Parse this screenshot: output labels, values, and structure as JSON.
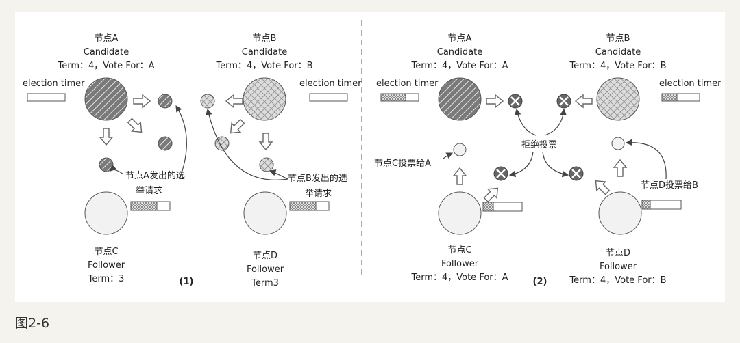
{
  "caption": "图2-6",
  "colors": {
    "panel": "#ffffff",
    "background": "#f5f3ee",
    "stroke": "#555555",
    "circle_fill": "#f2f2f2"
  },
  "left": {
    "panel_label": "(1)",
    "nodeA": {
      "name": "节点A",
      "role": "Candidate",
      "term": "Term：4，Vote For：A"
    },
    "nodeB": {
      "name": "节点B",
      "role": "Candidate",
      "term": "Term：4，Vote For：B"
    },
    "nodeC": {
      "name": "节点C",
      "role": "Follower",
      "term": "Term：3"
    },
    "nodeD": {
      "name": "节点D",
      "role": "Follower",
      "term": "Term3"
    },
    "timerA": "election timer",
    "timerB": "election timer",
    "reqA": [
      "节点A发出的选",
      "举请求"
    ],
    "reqB": [
      "节点B发出的选",
      "举请求"
    ]
  },
  "right": {
    "panel_label": "(2)",
    "nodeA": {
      "name": "节点A",
      "role": "Candidate",
      "term": "Term：4，Vote For：A"
    },
    "nodeB": {
      "name": "节点B",
      "role": "Candidate",
      "term": "Term：4，Vote For：B"
    },
    "nodeC": {
      "name": "节点C",
      "role": "Follower",
      "term": "Term：4，Vote For：A"
    },
    "nodeD": {
      "name": "节点D",
      "role": "Follower",
      "term": "Term：4，Vote For：B"
    },
    "timerA": "election timer",
    "timerB": "election timer",
    "reject": "拒绝投票",
    "voteC": "节点C投票给A",
    "voteD": "节点D投票给B"
  }
}
